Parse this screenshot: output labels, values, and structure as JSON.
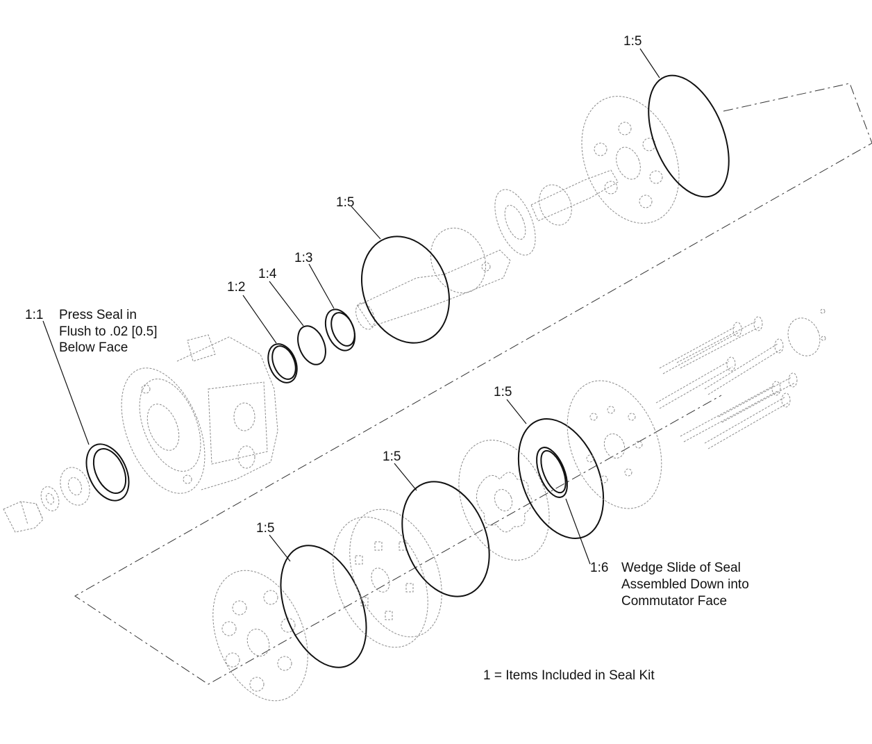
{
  "callouts": {
    "c1_1": "1:1",
    "c1_2": "1:2",
    "c1_3": "1:3",
    "c1_4": "1:4",
    "c1_5_top": "1:5",
    "c1_5_mid": "1:5",
    "c1_5_right": "1:5",
    "c1_5_center": "1:5",
    "c1_5_bottom": "1:5",
    "c1_6": "1:6"
  },
  "notes": {
    "press_seal": [
      "Press Seal in",
      "Flush to .02 [0.5]",
      "Below Face"
    ],
    "wedge_slide": [
      "Wedge Slide of Seal",
      "Assembled Down into",
      "Commutator Face"
    ],
    "legend": "1 = Items Included in Seal Kit"
  },
  "colors": {
    "ink": "#111111",
    "part_line": "#8a8a8a"
  }
}
